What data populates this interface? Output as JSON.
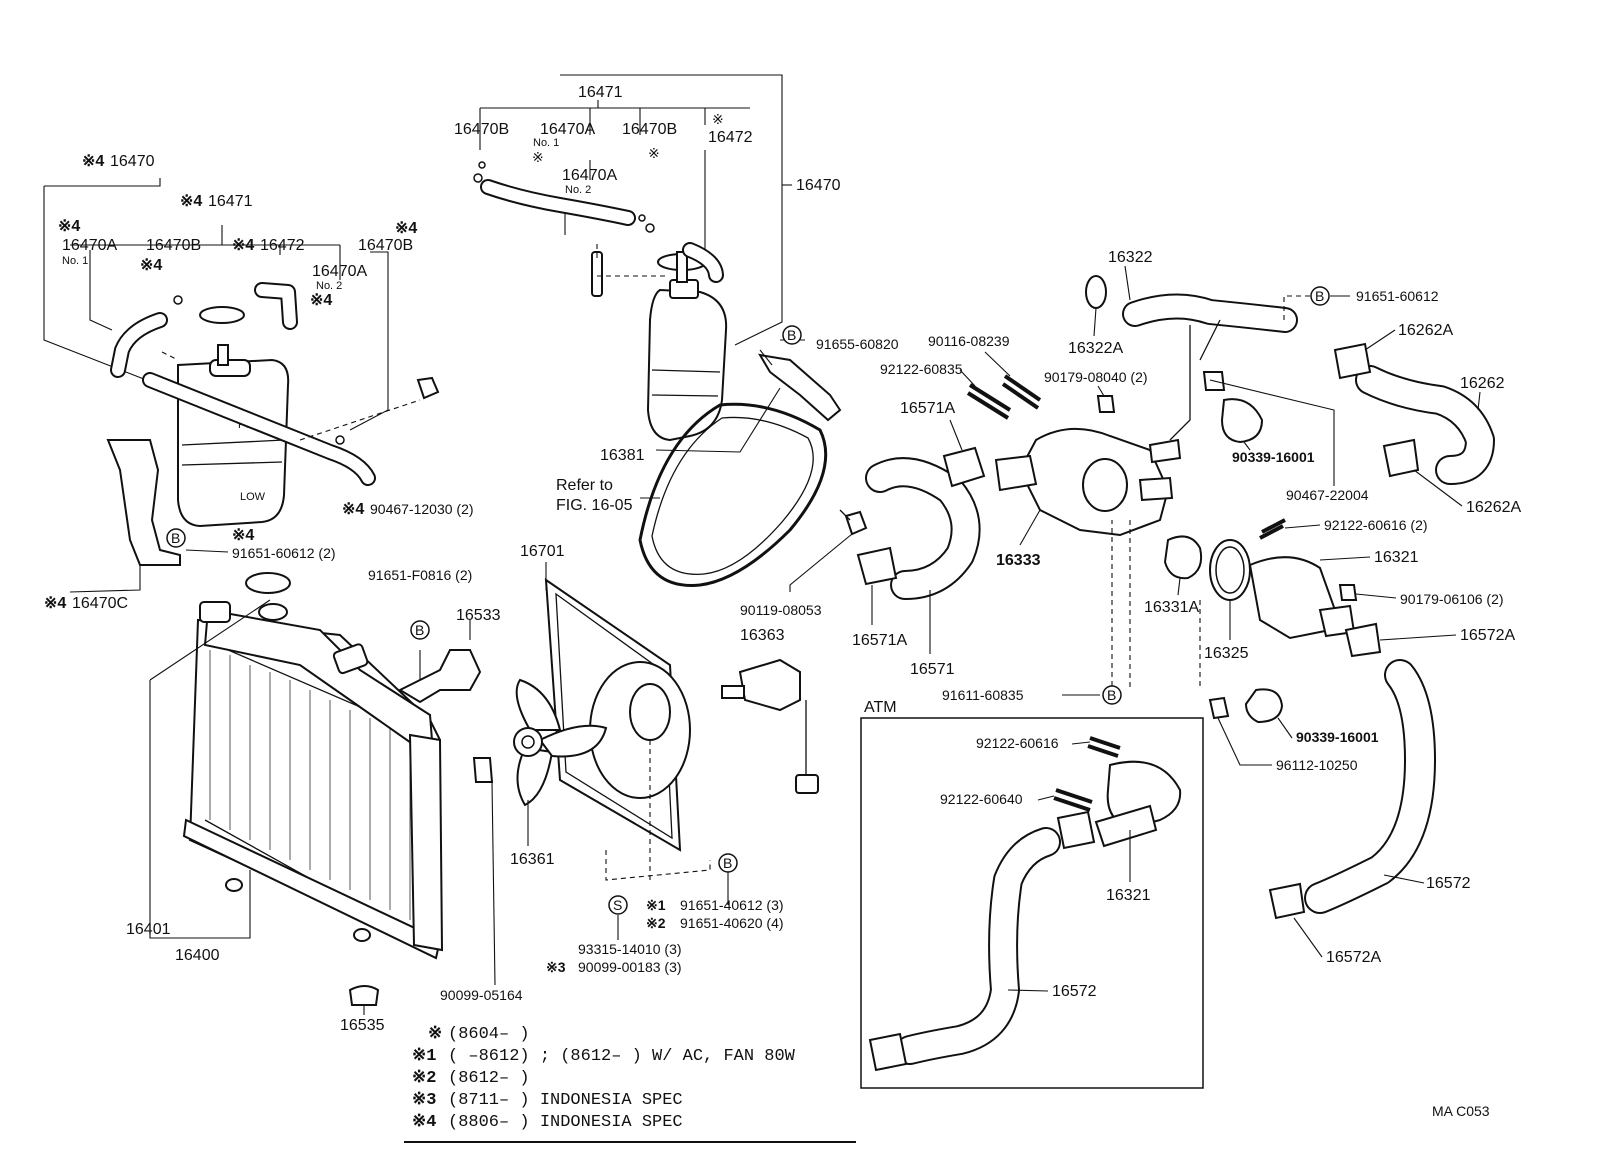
{
  "parts": {
    "p16471_top": "16471",
    "p16470B_a": "16470B",
    "p16470A_no1": "16470A",
    "no1_top": "No. 1",
    "p16470B_b": "16470B",
    "p16472_top": "16472",
    "p16470A_no2": "16470A",
    "no2_top": "No. 2",
    "p16470_top": "16470",
    "p16470_left": "16470",
    "p16471_left": "16471",
    "p16470A_left": "16470A",
    "no1_left": "No. 1",
    "p16470B_left": "16470B",
    "p16472_left": "16472",
    "p16470B_left2": "16470B",
    "p16470A_left2": "16470A",
    "no2_left": "No. 2",
    "p90467_12030": "90467-12030 (2)",
    "p91651_60612_2": "91651-60612 (2)",
    "p16470C": "16470C",
    "p91655_60820": "91655-60820",
    "p16381": "16381",
    "refer_to": "Refer to",
    "fig_ref": "FIG. 16-05",
    "p16701": "16701",
    "p91651_F0816": "91651-F0816 (2)",
    "p16533": "16533",
    "p16363": "16363",
    "p16361": "16361",
    "p16401": "16401",
    "p16400": "16400",
    "p90099_05164": "90099-05164",
    "p16535": "16535",
    "p91651_40612": "91651-40612 (3)",
    "p91651_40620": "91651-40620 (4)",
    "p93315_14010": "93315-14010 (3)",
    "p90099_00183": "90099-00183 (3)",
    "p90119_08053": "90119-08053",
    "p16571A_a": "16571A",
    "p16571A_b": "16571A",
    "p16571": "16571",
    "p92122_60835": "92122-60835",
    "p90116_08239": "90116-08239",
    "p90179_08040": "90179-08040 (2)",
    "p16333": "16333",
    "p91611_60835": "91611-60835",
    "p16322": "16322",
    "p16322A": "16322A",
    "p91651_60612": "91651-60612",
    "p16262A_a": "16262A",
    "p16262": "16262",
    "p90339_16001_a": "90339-16001",
    "p90467_22004": "90467-22004",
    "p16262A_b": "16262A",
    "p92122_60616_a": "92122-60616 (2)",
    "p16321_a": "16321",
    "p16331A": "16331A",
    "p16325": "16325",
    "p90179_06106": "90179-06106 (2)",
    "p16572A_a": "16572A",
    "p90339_16001_b": "90339-16001",
    "p96112_10250": "96112-10250",
    "atm": "ATM",
    "p92122_60616_b": "92122-60616",
    "p92122_60640": "92122-60640",
    "p16321_b": "16321",
    "p16572_a": "16572",
    "p16572": "16572",
    "p16572A_b": "16572A"
  },
  "marks": {
    "ref": "※",
    "ref1": "※1",
    "ref2": "※2",
    "ref3": "※3",
    "ref4": "※4",
    "circle_b": "B",
    "circle_s": "S"
  },
  "notes": {
    "n0_mark": "※",
    "n0_text": "(8604–        )",
    "n1_mark": "※1",
    "n1_text": "(        –8612) ; (8612–        ) W/ AC, FAN 80W",
    "n2_mark": "※2",
    "n2_text": "(8612–        )",
    "n3_mark": "※3",
    "n3_text": "(8711–        ) INDONESIA SPEC",
    "n4_mark": "※4",
    "n4_text": "(8806–        ) INDONESIA SPEC"
  },
  "code": "MA  C053"
}
